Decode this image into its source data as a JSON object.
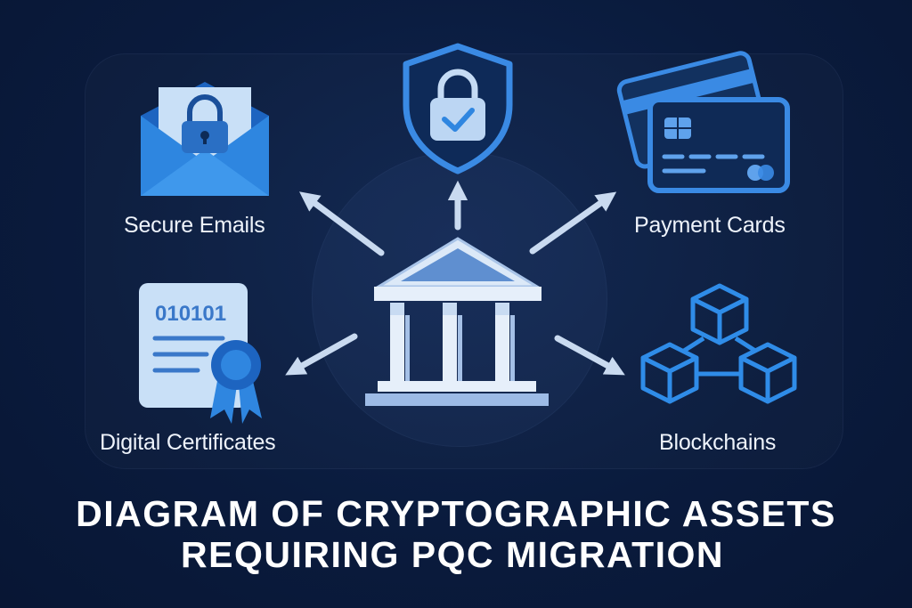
{
  "diagram": {
    "center_node": {
      "icon": "bank-building-icon"
    },
    "assets": [
      {
        "id": "secure-emails",
        "label": "Secure Emails",
        "icon": "envelope-lock-icon"
      },
      {
        "id": "security",
        "label": "",
        "icon": "shield-lock-icon"
      },
      {
        "id": "payment-cards",
        "label": "Payment Cards",
        "icon": "payment-cards-icon"
      },
      {
        "id": "digital-certificates",
        "label": "Digital Certificates",
        "icon": "certificate-icon",
        "certificate_text": "010101"
      },
      {
        "id": "blockchains",
        "label": "Blockchains",
        "icon": "blockchain-cubes-icon"
      }
    ],
    "title_line1": "DIAGRAM OF CRYPTOGRAPHIC ASSETS",
    "title_line2": "REQUIRING PQC MIGRATION"
  },
  "colors": {
    "background": "#0a1b3d",
    "accent_blue": "#2f86e0",
    "light_blue": "#bcd6f3",
    "arrow": "#c9daf0",
    "text": "#ffffff"
  }
}
